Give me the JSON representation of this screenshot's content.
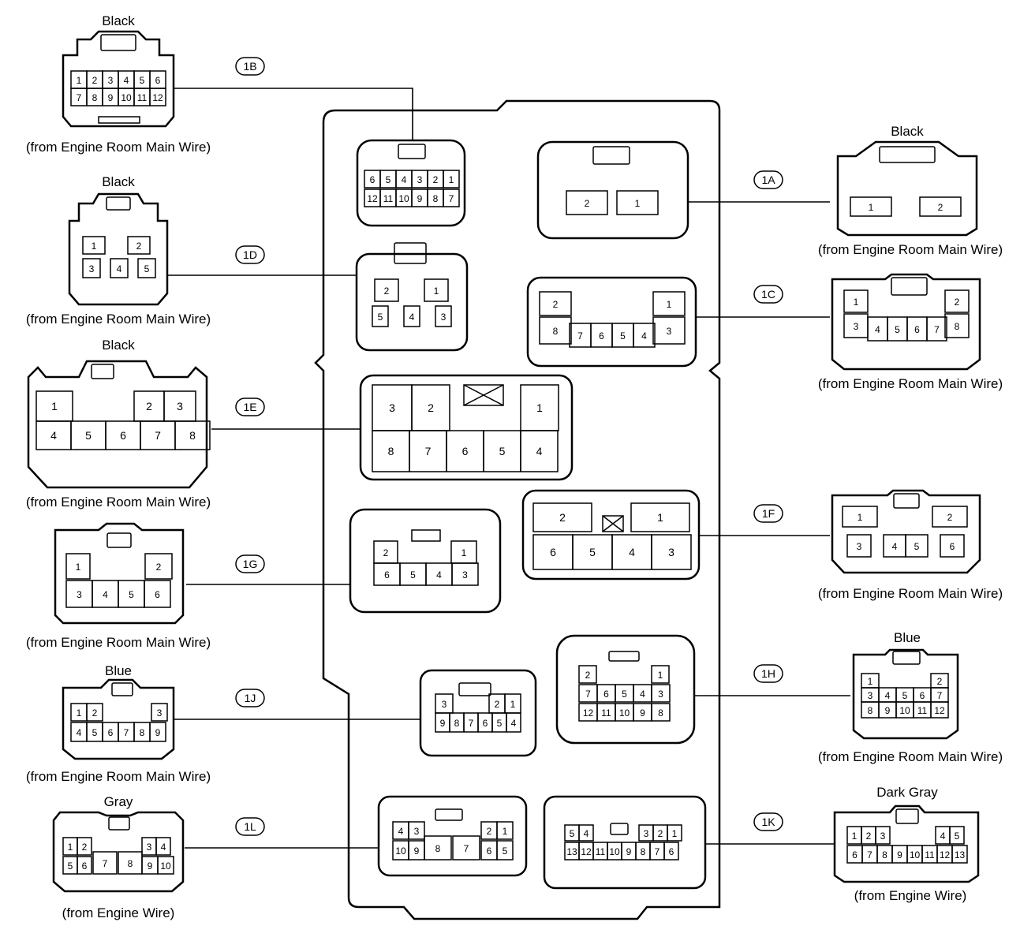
{
  "connectors": [
    {
      "id": "1A",
      "color": "Black",
      "source": "(from Engine Room Main Wire)"
    },
    {
      "id": "1B",
      "color": "Black",
      "source": "(from Engine Room Main Wire)"
    },
    {
      "id": "1C",
      "color": "",
      "source": "(from Engine Room Main Wire)"
    },
    {
      "id": "1D",
      "color": "Black",
      "source": "(from Engine Room Main Wire)"
    },
    {
      "id": "1E",
      "color": "Black",
      "source": "(from Engine Room Main Wire)"
    },
    {
      "id": "1F",
      "color": "",
      "source": "(from Engine Room Main Wire)"
    },
    {
      "id": "1G",
      "color": "",
      "source": "(from Engine Room Main Wire)"
    },
    {
      "id": "1H",
      "color": "Blue",
      "source": "(from Engine Room Main Wire)"
    },
    {
      "id": "1J",
      "color": "Blue",
      "source": "(from Engine Room Main Wire)"
    },
    {
      "id": "1K",
      "color": "Dark Gray",
      "source": "(from Engine Wire)"
    },
    {
      "id": "1L",
      "color": "Gray",
      "source": "(from Engine Wire)"
    }
  ]
}
